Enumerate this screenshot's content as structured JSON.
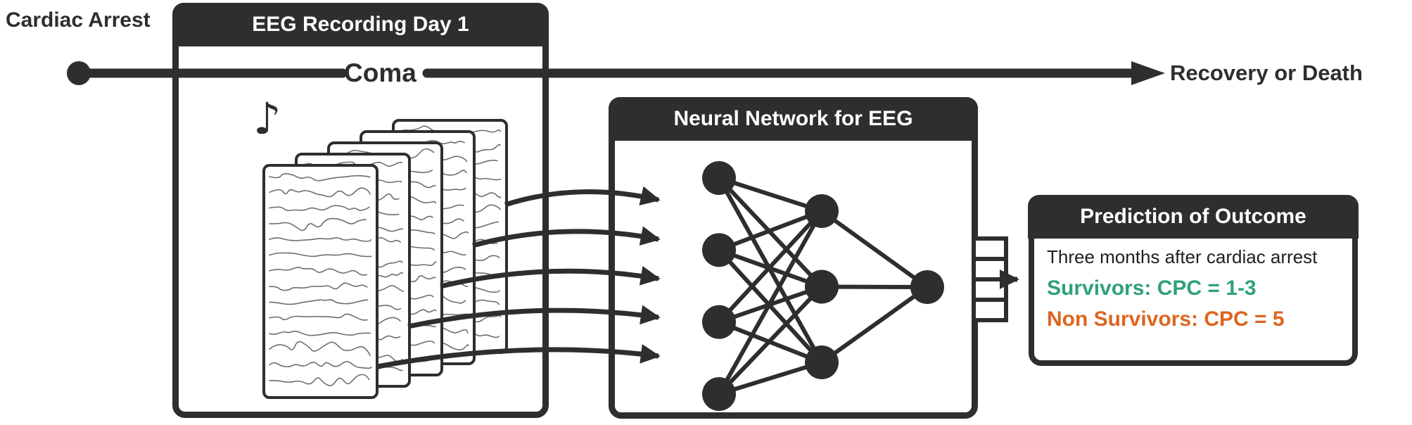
{
  "canvas": {
    "dark": "#2e2e2e",
    "trace_color": "#6e6e6e"
  },
  "timeline": {
    "start_label": "Cardiac Arrest",
    "mid_label": "Coma",
    "end_label": "Recovery or Death"
  },
  "eeg_box": {
    "title": "EEG Recording Day 1",
    "note_icon": "♪",
    "card_count": 5,
    "traces_per_card": 14,
    "input_arrow_count": 5
  },
  "nn_box": {
    "title": "Neural Network for EEG",
    "input_nodes": 4,
    "hidden_nodes": 3,
    "output_nodes": 1,
    "output_taps": 4
  },
  "prediction_box": {
    "title": "Prediction of Outcome",
    "line1": "Three months after cardiac arrest",
    "line2": "Survivors: CPC = 1-3",
    "line3": "Non Survivors: CPC = 5",
    "line2_color": "#2fa07c",
    "line3_color": "#dd6520"
  }
}
